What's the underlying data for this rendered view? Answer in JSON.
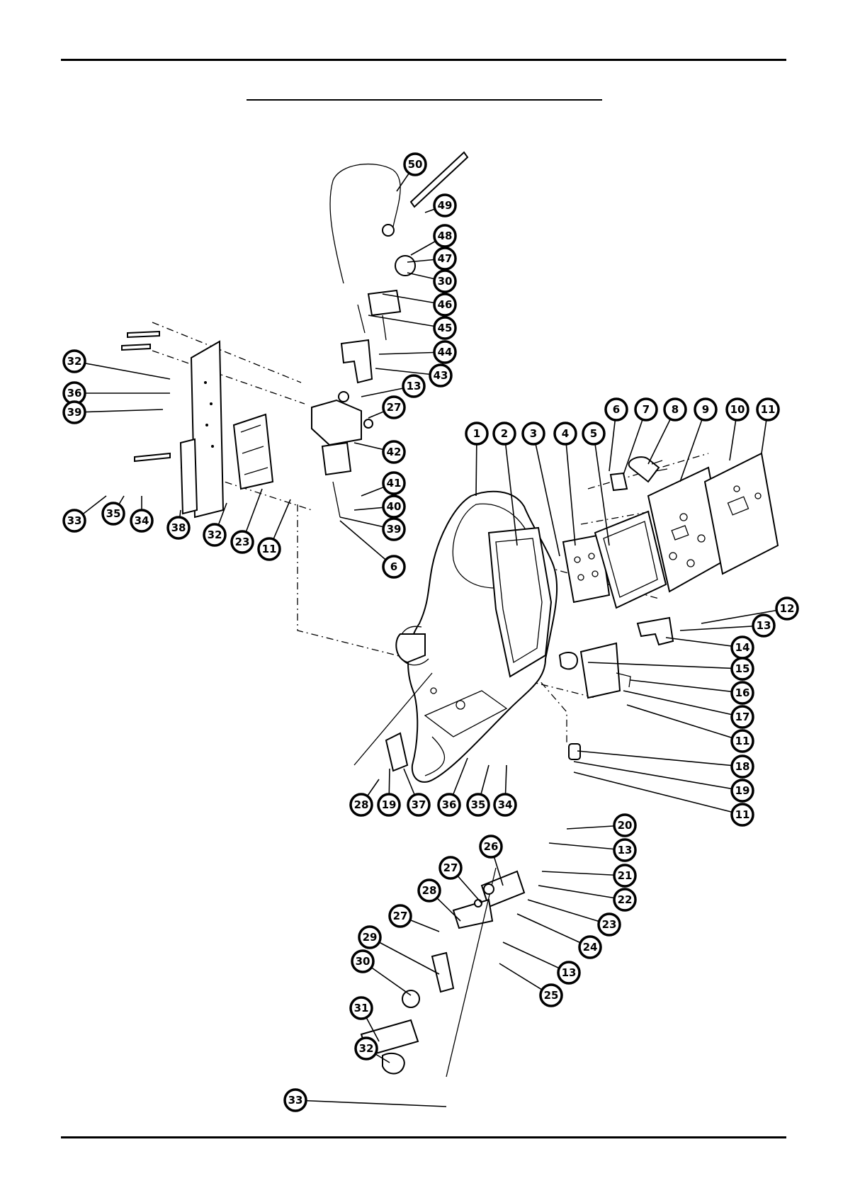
{
  "callouts": [
    {
      "label": "1"
    },
    {
      "label": "2"
    },
    {
      "label": "3"
    },
    {
      "label": "4"
    },
    {
      "label": "5"
    },
    {
      "label": "6"
    },
    {
      "label": "7"
    },
    {
      "label": "8"
    },
    {
      "label": "9"
    },
    {
      "label": "10"
    },
    {
      "label": "11"
    },
    {
      "label": "12"
    },
    {
      "label": "13"
    },
    {
      "label": "14"
    },
    {
      "label": "15"
    },
    {
      "label": "16"
    },
    {
      "label": "17"
    },
    {
      "label": "11"
    },
    {
      "label": "18"
    },
    {
      "label": "19"
    },
    {
      "label": "11"
    },
    {
      "label": "20"
    },
    {
      "label": "13"
    },
    {
      "label": "21"
    },
    {
      "label": "22"
    },
    {
      "label": "23"
    },
    {
      "label": "24"
    },
    {
      "label": "13"
    },
    {
      "label": "25"
    },
    {
      "label": "26"
    },
    {
      "label": "27"
    },
    {
      "label": "28"
    },
    {
      "label": "27"
    },
    {
      "label": "29"
    },
    {
      "label": "30"
    },
    {
      "label": "31"
    },
    {
      "label": "32"
    },
    {
      "label": "33"
    },
    {
      "label": "28"
    },
    {
      "label": "19"
    },
    {
      "label": "37"
    },
    {
      "label": "36"
    },
    {
      "label": "35"
    },
    {
      "label": "34"
    },
    {
      "label": "32"
    },
    {
      "label": "36"
    },
    {
      "label": "39"
    },
    {
      "label": "33"
    },
    {
      "label": "35"
    },
    {
      "label": "34"
    },
    {
      "label": "38"
    },
    {
      "label": "32"
    },
    {
      "label": "23"
    },
    {
      "label": "11"
    },
    {
      "label": "50"
    },
    {
      "label": "49"
    },
    {
      "label": "48"
    },
    {
      "label": "47"
    },
    {
      "label": "30"
    },
    {
      "label": "46"
    },
    {
      "label": "45"
    },
    {
      "label": "44"
    },
    {
      "label": "43"
    },
    {
      "label": "13"
    },
    {
      "label": "27"
    },
    {
      "label": "42"
    },
    {
      "label": "41"
    },
    {
      "label": "40"
    },
    {
      "label": "39"
    },
    {
      "label": "6"
    }
  ]
}
